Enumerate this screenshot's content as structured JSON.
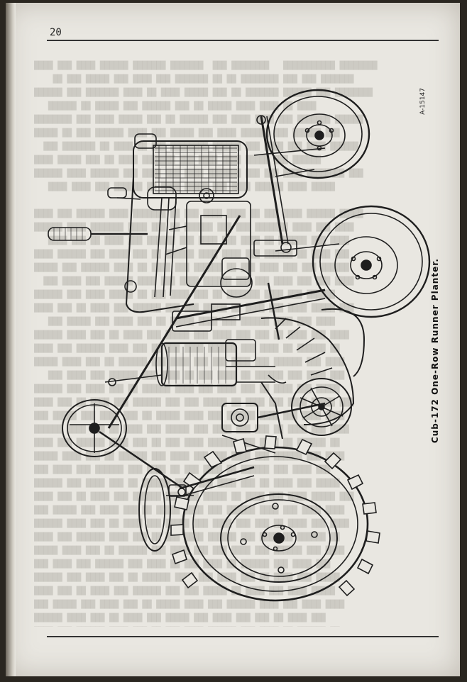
{
  "page": {
    "number": "20",
    "figure_id": "A-15147",
    "caption": "Cub-172 One-Row Runner Planter."
  },
  "illustration": {
    "subject": "tractor-planter-drawing"
  },
  "colors": {
    "paper": "#e9e7e1",
    "ink": "#1e1e1e"
  }
}
